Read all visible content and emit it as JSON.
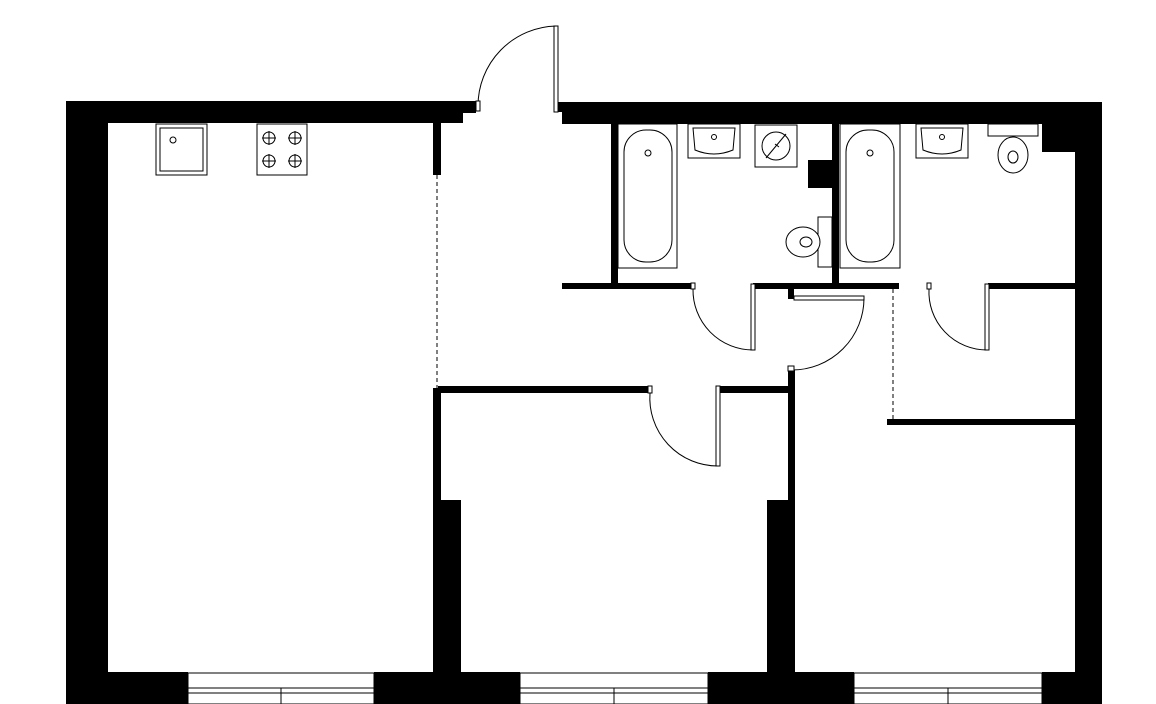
{
  "plan": {
    "type": "apartment-floor-plan",
    "rooms": [
      "kitchen-living-room",
      "hallway",
      "bathroom-1",
      "bathroom-2",
      "bedroom-1",
      "bedroom-2",
      "wardrobe"
    ],
    "colors": {
      "wall": "#000000",
      "background": "#ffffff",
      "line": "#000000",
      "fixture_fill": "#ffffff"
    },
    "icons": [
      "sink-icon",
      "stove-icon",
      "bathtub-icon",
      "washbasin-icon",
      "toilet-icon",
      "washing-machine-icon",
      "door-swing-icon",
      "window-icon"
    ]
  }
}
